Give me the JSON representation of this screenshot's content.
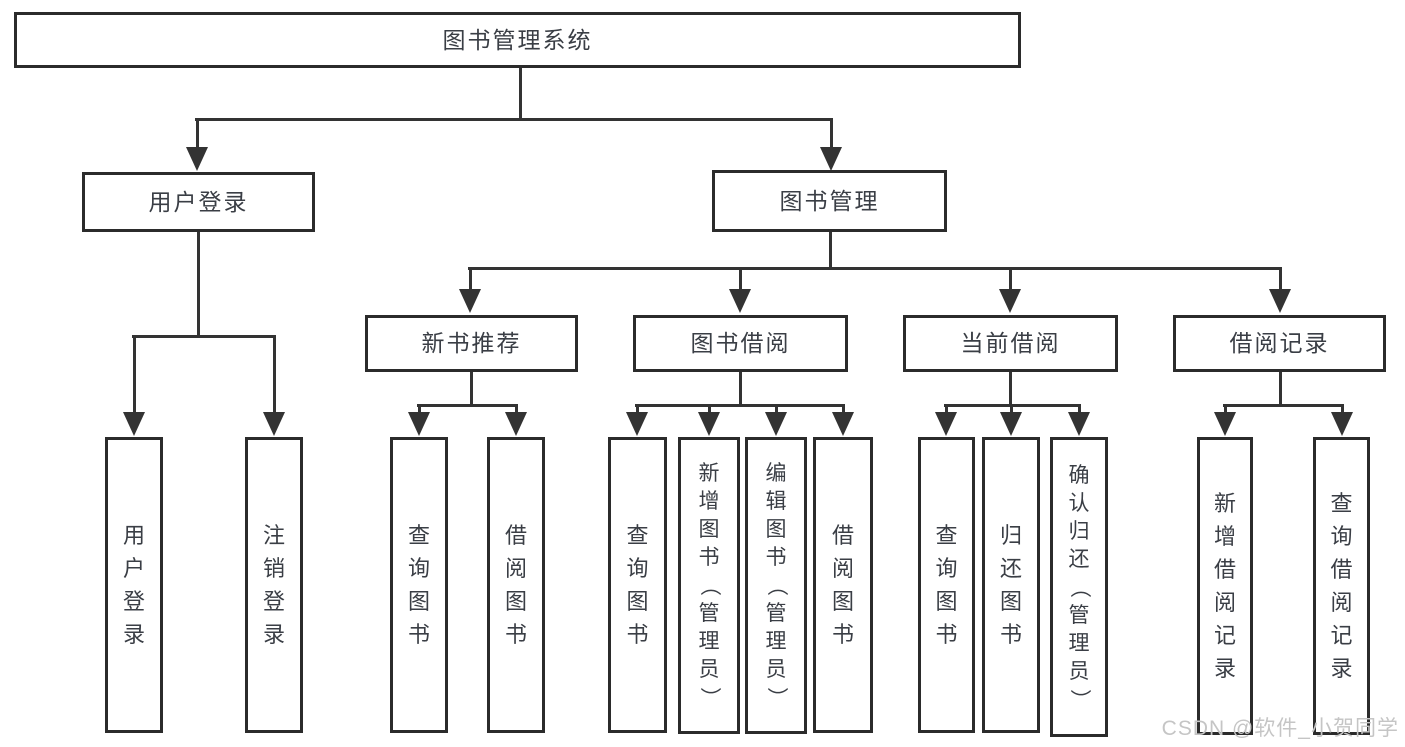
{
  "watermark": "CSDN @软件_小贺同学",
  "nodes": [
    {
      "id": "root",
      "label": "图书管理系统"
    },
    {
      "id": "user-login",
      "label": "用户登录"
    },
    {
      "id": "book-management",
      "label": "图书管理"
    },
    {
      "id": "new-book-recommend",
      "label": "新书推荐"
    },
    {
      "id": "book-borrowing",
      "label": "图书借阅"
    },
    {
      "id": "current-borrowing",
      "label": "当前借阅"
    },
    {
      "id": "borrowing-records",
      "label": "借阅记录"
    },
    {
      "id": "leaf-user-login",
      "label": "用户登录"
    },
    {
      "id": "leaf-logout-login",
      "label": "注销登录"
    },
    {
      "id": "leaf-query-books-1",
      "label": "查询图书"
    },
    {
      "id": "leaf-borrow-books-1",
      "label": "借阅图书"
    },
    {
      "id": "leaf-query-books-2",
      "label": "查询图书"
    },
    {
      "id": "leaf-add-books-admin",
      "label": "新增图书（管理员）"
    },
    {
      "id": "leaf-edit-books-admin",
      "label": "编辑图书（管理员）"
    },
    {
      "id": "leaf-borrow-books-2",
      "label": "借阅图书"
    },
    {
      "id": "leaf-query-books-3",
      "label": "查询图书"
    },
    {
      "id": "leaf-return-books",
      "label": "归还图书"
    },
    {
      "id": "leaf-confirm-return-admin",
      "label": "确认归还（管理员）"
    },
    {
      "id": "leaf-add-borrow-record",
      "label": "新增借阅记录"
    },
    {
      "id": "leaf-query-borrow-record",
      "label": "查询借阅记录"
    }
  ]
}
